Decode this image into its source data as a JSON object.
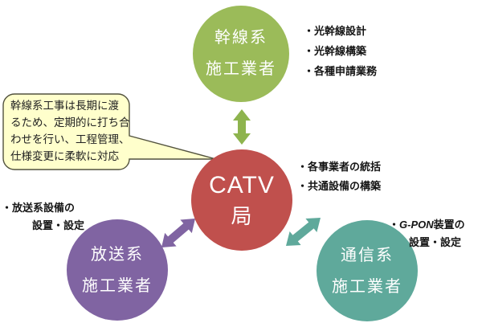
{
  "colors": {
    "trunk_green": "#9BBB59",
    "green_arrow": "#8EB44E",
    "catv_red": "#C0504D",
    "broadcast_purple": "#8064A2",
    "comm_teal": "#5FA99B",
    "callout_fill": "#FFFFCC",
    "callout_border": "#52523E",
    "annotation_text": "#151515",
    "circle_text": "#FFFFFF"
  },
  "circles": {
    "trunk": {
      "line1": "幹線系",
      "line2": "施工業者"
    },
    "catv": {
      "line1": "CATV",
      "line2": "局"
    },
    "broadcast": {
      "line1": "放送系",
      "line2": "施工業者"
    },
    "comm": {
      "line1": "通信系",
      "line2": "施工業者"
    }
  },
  "annotations": {
    "trunk_tasks": [
      "・光幹線設計",
      "・光幹線構築",
      "・各種申請業務"
    ],
    "catv_tasks": [
      "・各事業者の統括",
      "・共通設備の構築"
    ],
    "broadcast_task": {
      "line1": "・放送系設備の",
      "line2": "設置・設定"
    },
    "comm_task": {
      "bullet": "・",
      "gpon": "G-PON",
      "line1_rest": "装置の",
      "line2": "設置・設定"
    },
    "callout": "幹線系工事は長期に渡\nるため、定期的に打ち合\nわせを行い、工程管理、\n仕様変更に柔軟に対応"
  }
}
